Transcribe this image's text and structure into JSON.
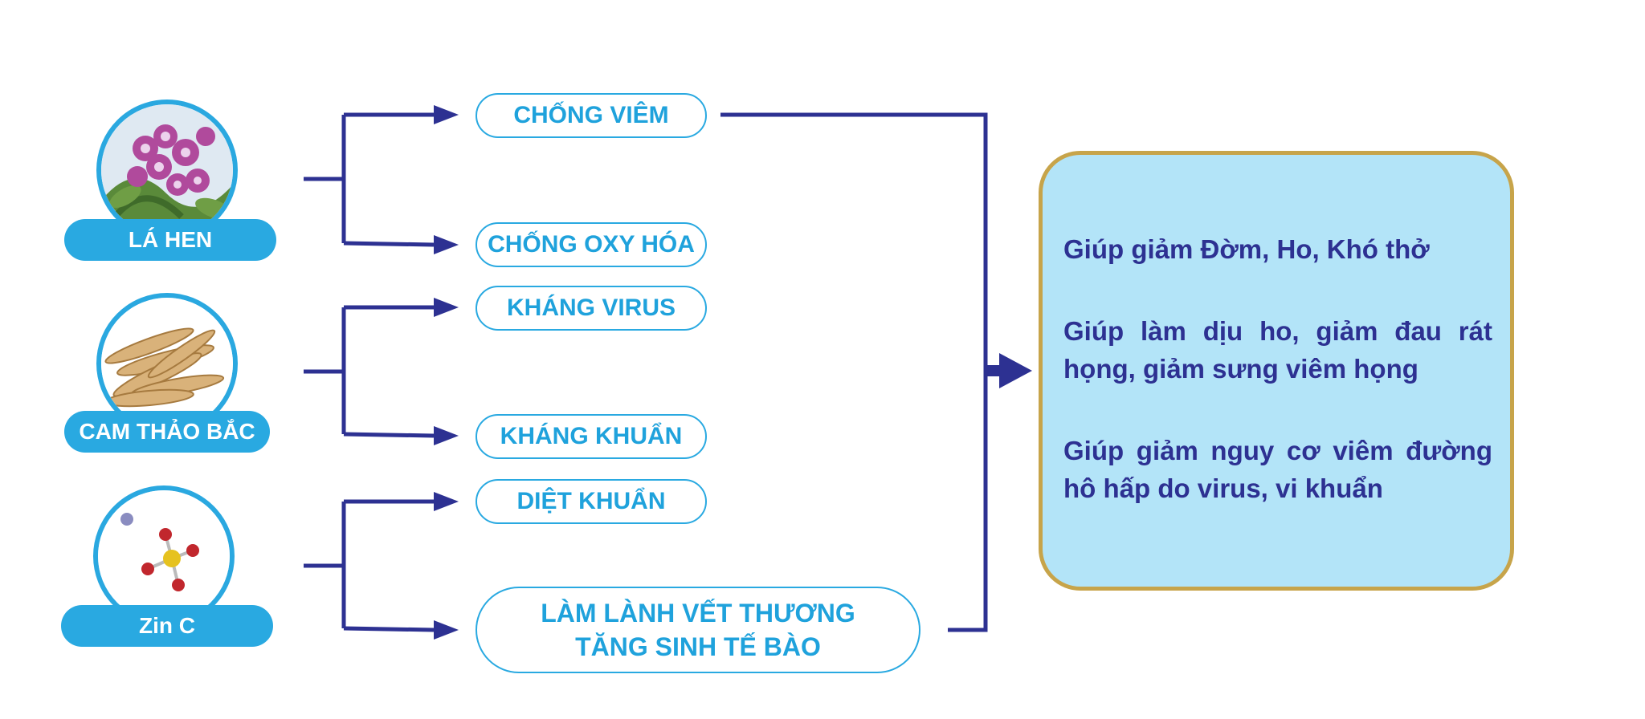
{
  "ingredients": [
    {
      "label": "LÁ HEN",
      "icon": "flower-icon"
    },
    {
      "label": "CAM THẢO BẮC",
      "icon": "licorice-root-icon"
    },
    {
      "label": "Zin C",
      "icon": "molecule-icon"
    }
  ],
  "effects": [
    {
      "label": "CHỐNG VIÊM"
    },
    {
      "label": "CHỐNG OXY HÓA"
    },
    {
      "label": "KHÁNG VIRUS"
    },
    {
      "label": "KHÁNG KHUẨN"
    },
    {
      "label": "DIỆT KHUẨN"
    },
    {
      "label_line1": "LÀM LÀNH VẾT THƯƠNG",
      "label_line2": "TĂNG SINH TẾ BÀO"
    }
  ],
  "benefits": [
    "Giúp giảm Đờm, Ho, Khó thở",
    "Giúp làm dịu ho, giảm đau rát họng, giảm sưng viêm họng",
    "Giúp giảm nguy cơ viêm đường hô hấp do virus, vi khuẩn"
  ],
  "colors": {
    "arrow": "#2d3192",
    "pill_border": "#29a9e1",
    "label_bg": "#29a9e1",
    "benefit_bg": "#b3e4f8",
    "benefit_border": "#c7a44a",
    "benefit_text": "#2d3192"
  }
}
